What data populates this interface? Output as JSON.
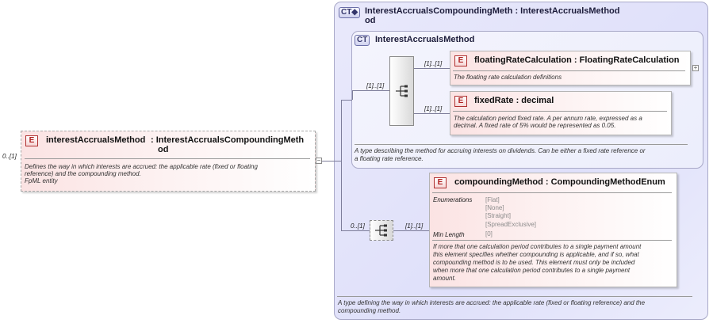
{
  "root": {
    "multiplicity": "0..[1]",
    "badge": "E",
    "name": "interestAccrualsMethod",
    "type_line1": ": InterestAccrualsCompoundingMeth",
    "type_line2": "od",
    "doc_line1": "Defines the way in which interests are accrued: the applicable rate (fixed or floating",
    "doc_line2": "reference) and the compounding method.",
    "doc_line3": "FpML entity"
  },
  "outer_type": {
    "badge": "CT",
    "title_line1": "InterestAccrualsCompoundingMeth : InterestAccrualsMethod",
    "title_line2": "od",
    "doc_line1": "A type defining the way in which interests are accrued: the applicable rate (fixed or floating reference) and the",
    "doc_line2": "compounding method."
  },
  "inner_type": {
    "badge": "CT",
    "title": "InterestAccrualsMethod",
    "choice_multiplicity": "[1]..[1]",
    "doc_line1": "A type describing the method for accruing interests on dividends. Can be either a fixed rate reference or",
    "doc_line2": "a floating rate reference."
  },
  "floating": {
    "multiplicity": "[1]..[1]",
    "badge": "E",
    "title": "floatingRateCalculation : FloatingRateCalculation",
    "doc": "The floating rate calculation definitions",
    "expand": "+"
  },
  "fixed": {
    "multiplicity": "[1]..[1]",
    "badge": "E",
    "title": "fixedRate : decimal",
    "doc_line1": "The calculation period fixed rate. A per annum rate, expressed as a",
    "doc_line2": "decimal. A fixed rate of 5% would be represented as 0.05."
  },
  "sequence2": {
    "multiplicity": "0..[1]"
  },
  "compounding": {
    "multiplicity": "[1]..[1]",
    "badge": "E",
    "title": "compoundingMethod : CompoundingMethodEnum",
    "enum_label": "Enumerations",
    "enum_values": [
      "[Flat]",
      "[None]",
      "[Straight]",
      "[SpreadExclusive]"
    ],
    "minlen_label": "Min Length",
    "minlen_value": "[0]",
    "doc_lines": [
      "If more that one calculation period contributes to a single payment amount",
      "this element specifies whether compounding is applicable, and if so, what",
      "compounding method is to be used. This element must only be included",
      "when more that one calculation period contributes to a single payment",
      "amount."
    ]
  },
  "connector": {
    "collapse": "−"
  }
}
